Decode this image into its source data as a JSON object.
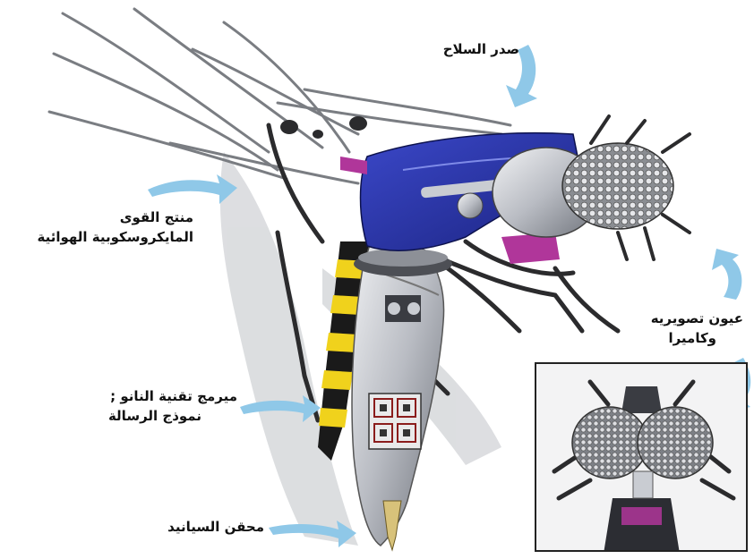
{
  "labels": {
    "armor_chest": "صدر السلاح",
    "power_generator_line1": "منتج القوى",
    "power_generator_line2": "المايكروسكوبية  الهوائية",
    "camera_eyes_line1": "عيون تصويريه",
    "camera_eyes_line2": "وكاميرا",
    "nano_programmer_line1": "ميرمج تقنية النانو ;",
    "nano_programmer_line2": "نموذج الرسالة",
    "sample_injector": "محقن السيانيد"
  },
  "colors": {
    "arrow": "#8fc8e8",
    "body_blue": "#2a36a8",
    "stripe_yellow": "#f0d21c",
    "stripe_black": "#1a1a1a",
    "metal": "#c9ccd2",
    "accent_magenta": "#b0369a"
  }
}
